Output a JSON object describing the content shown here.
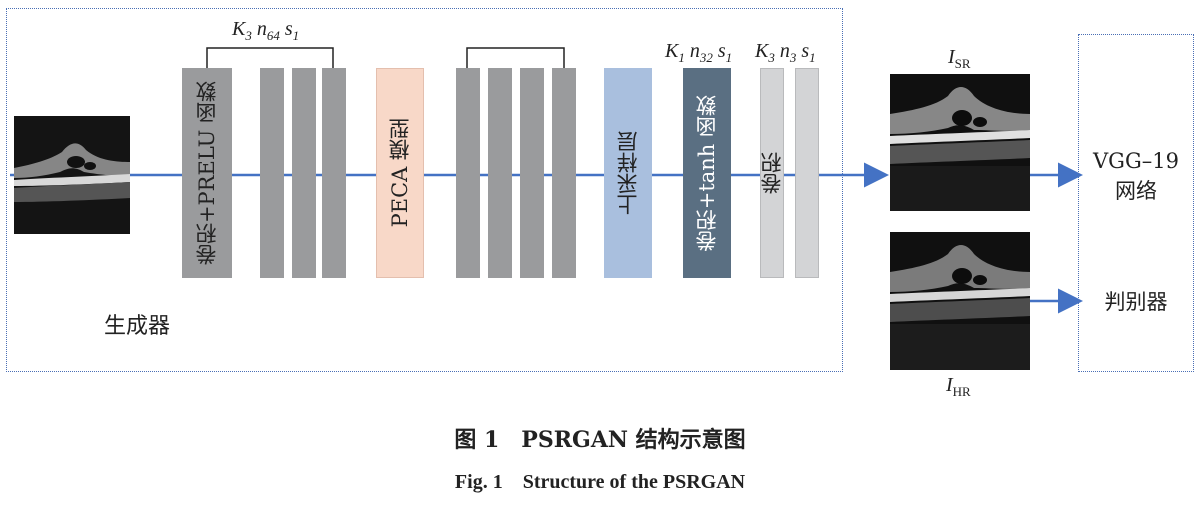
{
  "generator": {
    "label": "生成器",
    "params_1": {
      "k": "K",
      "k_sub": "3",
      "n": "n",
      "n_sub": "64",
      "s": "s",
      "s_sub": "1"
    },
    "params_2": {
      "k": "K",
      "k_sub": "1",
      "n": "n",
      "n_sub": "32",
      "s": "s",
      "s_sub": "1"
    },
    "params_3": {
      "k": "K",
      "k_sub": "3",
      "n": "n",
      "n_sub": "3",
      "s": "s",
      "s_sub": "1"
    },
    "blocks": {
      "conv_prelu": "卷积+PRELU 函数",
      "peca": "PECA 模型",
      "upsample": "上采样层",
      "conv_tanh": "卷积+tanh 函数",
      "conv": "卷积"
    }
  },
  "outputs": {
    "sr": {
      "main": "I",
      "sub": "SR"
    },
    "hr": {
      "main": "I",
      "sub": "HR"
    }
  },
  "right_box": {
    "vgg": "VGG–19 网络",
    "discriminator": "判别器"
  },
  "caption": {
    "cn": "图 1　PSRGAN 结构示意图",
    "en": "Fig. 1　Structure of the PSRGAN"
  },
  "colors": {
    "arrow": "#4472c4",
    "block_gray": "#9a9b9d",
    "block_peca": "#f8d8c8",
    "block_upsample": "#a9bfde",
    "block_tanh": "#5a6f82",
    "block_light": "#d3d4d6",
    "dashed_border": "#4a6fb5"
  }
}
